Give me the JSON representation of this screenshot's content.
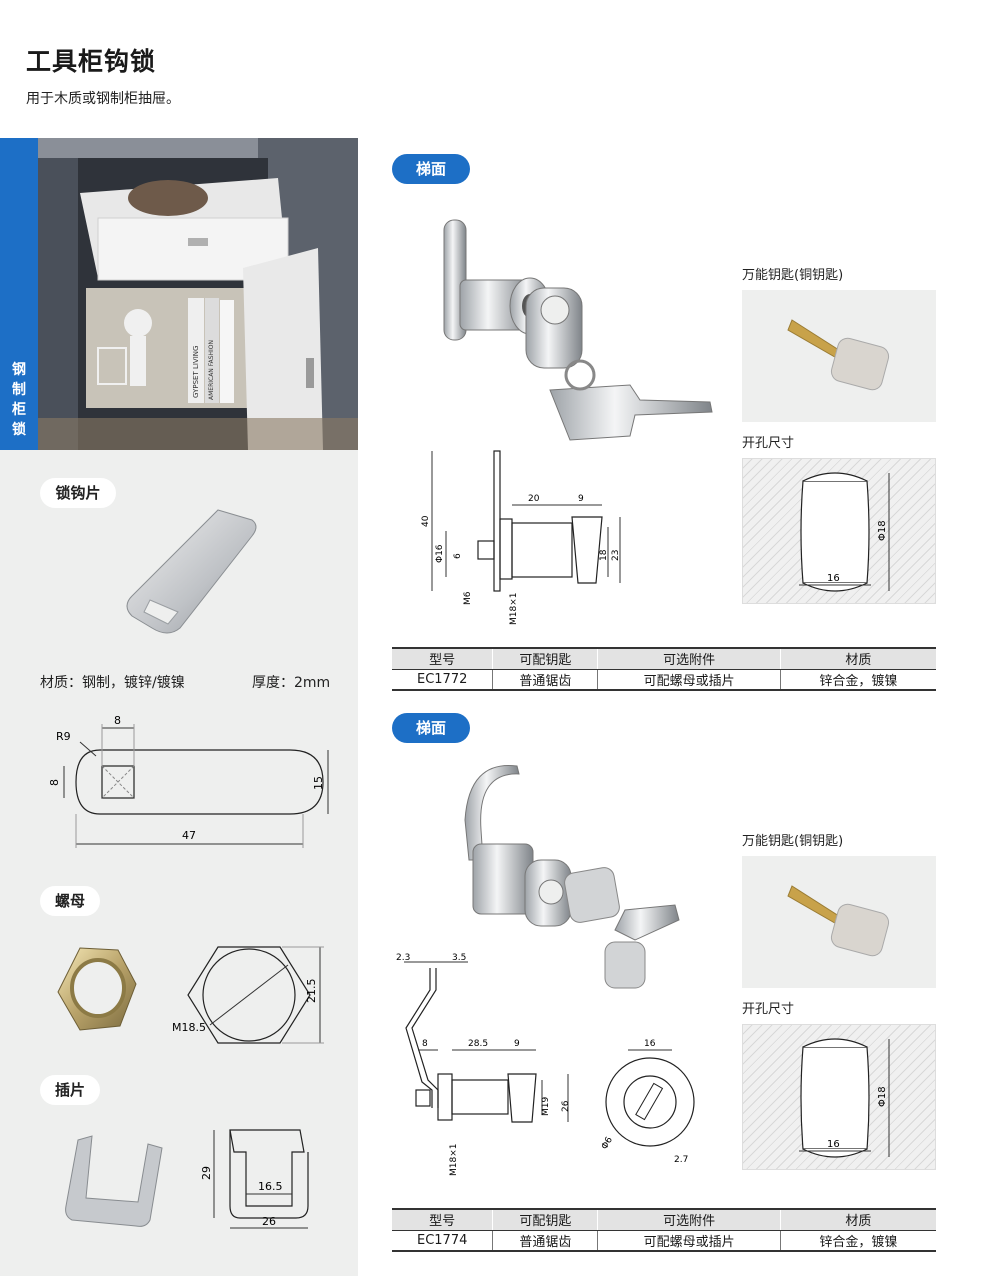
{
  "header": {
    "title": "工具柜钩锁",
    "subtitle": "用于木质或钢制柜抽屉。"
  },
  "side_label": "钢制柜锁",
  "photo_text": {
    "book_spine_1": "GYPSET LIVING",
    "book_spine_2": "AMERICAN FASHION"
  },
  "parts": {
    "hook_plate": {
      "label": "锁钩片",
      "material": "材质：钢制，镀锌/镀镍",
      "thickness": "厚度：2mm",
      "dims": {
        "r": "R9",
        "w_top": "8",
        "h_left": "8",
        "h_right": "15",
        "length": "47"
      }
    },
    "nut": {
      "label": "螺母",
      "dims": {
        "thread": "M18.5",
        "across": "21.5"
      }
    },
    "clip": {
      "label": "插片",
      "dims": {
        "height": "29",
        "inner": "16.5",
        "outer": "26"
      }
    }
  },
  "products": [
    {
      "tag": "梯面",
      "key_label": "万能钥匙(铜钥匙)",
      "hole_label": "开孔尺寸",
      "hole_dims": {
        "dia": "Φ18",
        "flat": "16"
      },
      "drawing": {
        "a": "20",
        "b": "9",
        "c": "40",
        "d": "Φ16",
        "e": "6",
        "f": "M6",
        "g": "M18×1",
        "h": "18",
        "i": "23"
      },
      "table": {
        "headers": [
          "型号",
          "可配钥匙",
          "可选附件",
          "材质"
        ],
        "row": [
          "EC1772",
          "普通锯齿",
          "可配螺母或插片",
          "锌合金，镀镍"
        ]
      }
    },
    {
      "tag": "梯面",
      "key_label": "万能钥匙(铜钥匙)",
      "hole_label": "开孔尺寸",
      "hole_dims": {
        "dia": "Φ18",
        "flat": "16"
      },
      "drawing": {
        "a": "2.3",
        "b": "3.5",
        "c": "8",
        "d": "28.5",
        "e": "9",
        "f": "M19",
        "g": "26",
        "h": "M18×1",
        "i": "16",
        "j": "Φ6",
        "k": "2.7"
      },
      "table": {
        "headers": [
          "型号",
          "可配钥匙",
          "可选附件",
          "材质"
        ],
        "row": [
          "EC1774",
          "普通锯齿",
          "可配螺母或插片",
          "锌合金，镀镍"
        ]
      }
    }
  ],
  "colors": {
    "accent": "#1d6fc6",
    "panel": "#eeefee"
  }
}
